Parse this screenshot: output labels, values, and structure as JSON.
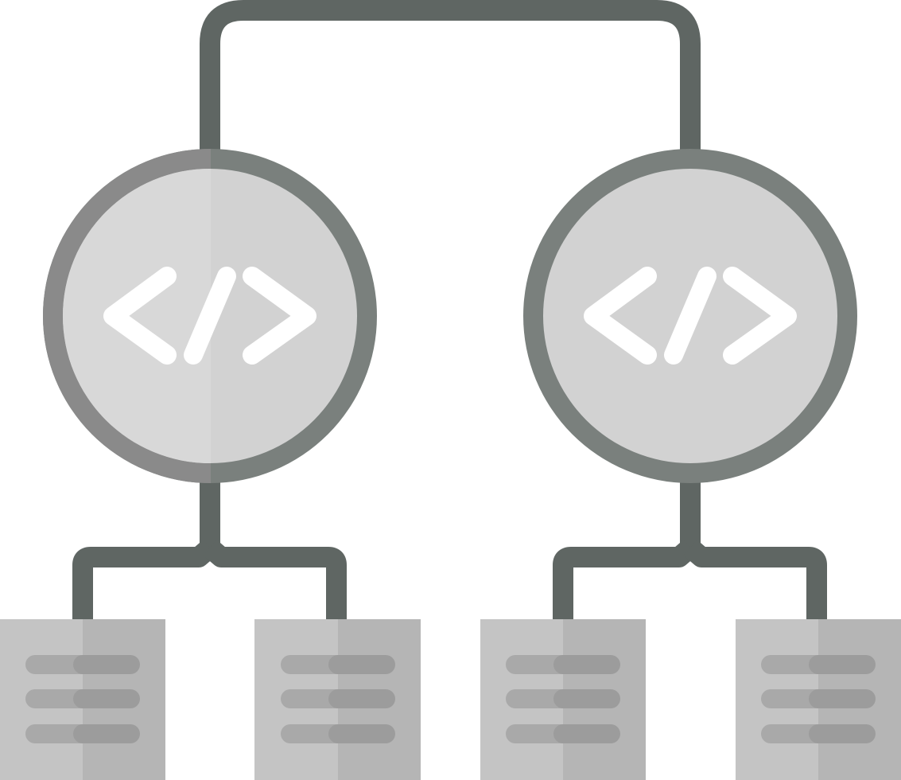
{
  "diagram": {
    "icon_name": "code-architecture-diagram-icon",
    "nodes": [
      {
        "id": "code-node-left",
        "icon": "code-brackets-icon"
      },
      {
        "id": "code-node-right",
        "icon": "code-brackets-icon"
      }
    ],
    "documents": [
      {
        "id": "document-1",
        "icon": "document-icon",
        "lines": 3
      },
      {
        "id": "document-2",
        "icon": "document-icon",
        "lines": 3
      },
      {
        "id": "document-3",
        "icon": "document-icon",
        "lines": 3
      },
      {
        "id": "document-4",
        "icon": "document-icon",
        "lines": 3
      }
    ],
    "colors": {
      "connector": "#5f6663",
      "node_ring_left": "#8a8a8a",
      "node_ring_right": "#7a807d",
      "node_fill_left": "#d8d8d8",
      "node_fill_right": "#d2d2d2",
      "code_glyph": "#ffffff",
      "doc_left": "#c4c4c4",
      "doc_right": "#b5b5b5",
      "doc_line_left": "#a9a9a9",
      "doc_line_right": "#9c9c9c"
    }
  }
}
